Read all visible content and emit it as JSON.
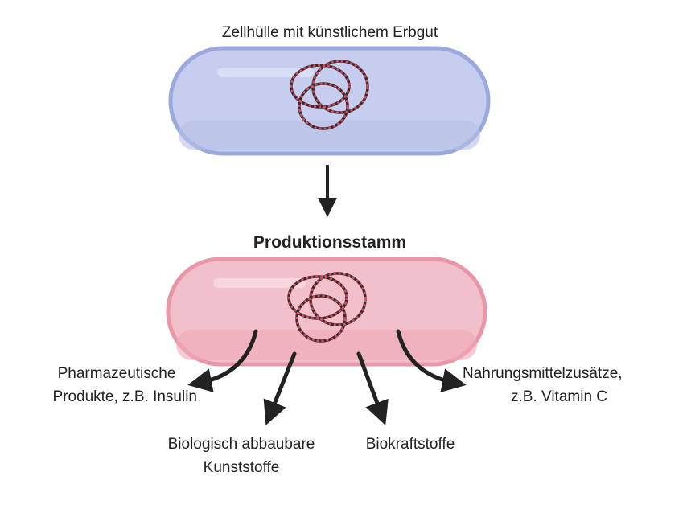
{
  "top_cell": {
    "label": "Zellhülle mit künstlichem Erbgut",
    "fill": "#c6cdee",
    "border": "#9aa8dc"
  },
  "bottom_cell": {
    "label": "Produktionsstamm",
    "fill": "#f2c0cb",
    "border": "#e996a8"
  },
  "dna_color": "#c0303c",
  "products": {
    "pharma_line1": "Pharmazeutische",
    "pharma_line2": "Produkte, z.B. Insulin",
    "plastic_line1": "Biologisch abbaubare",
    "plastic_line2": "Kunststoffe",
    "biofuel": "Biokraftstoffe",
    "food_line1": "Nahrungsmittelzusätze,",
    "food_line2": "z.B. Vitamin C"
  }
}
